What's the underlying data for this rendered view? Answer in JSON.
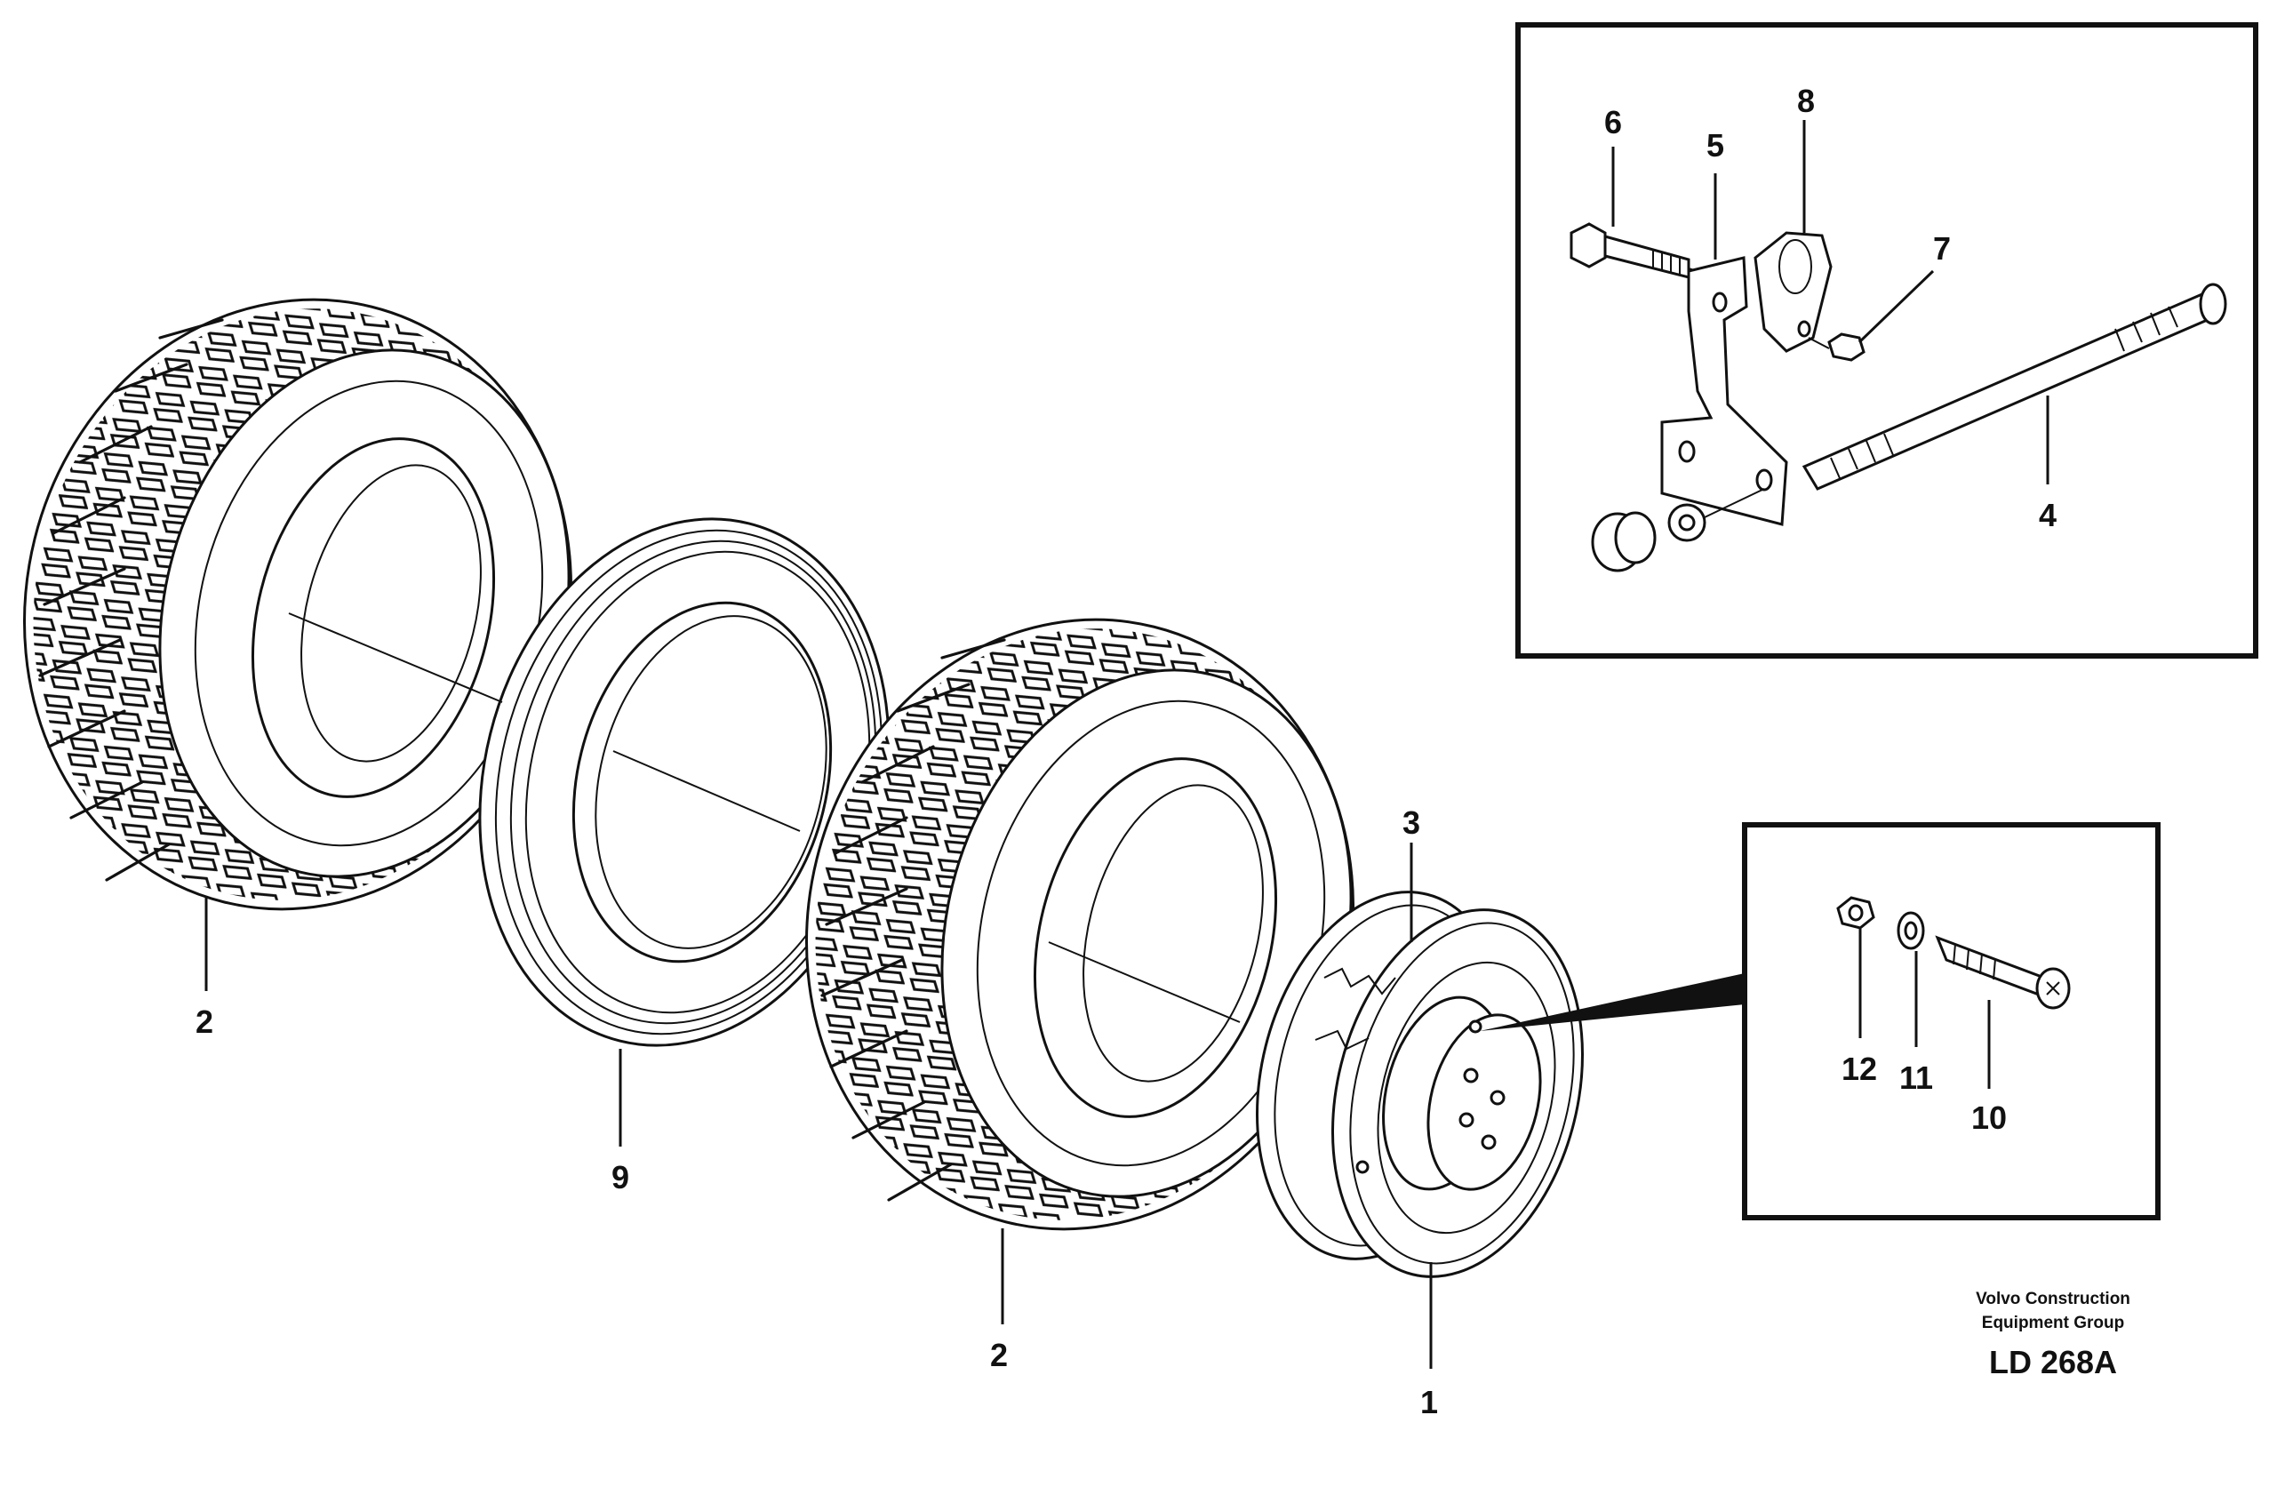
{
  "callouts": {
    "c1": "1",
    "c2a": "2",
    "c2b": "2",
    "c3": "3",
    "c4": "4",
    "c5": "5",
    "c6": "6",
    "c7": "7",
    "c8": "8",
    "c9": "9",
    "c10": "10",
    "c11": "11",
    "c12": "12"
  },
  "credit": {
    "line1": "Volvo Construction",
    "line2": "Equipment Group",
    "code": "LD 268A"
  }
}
